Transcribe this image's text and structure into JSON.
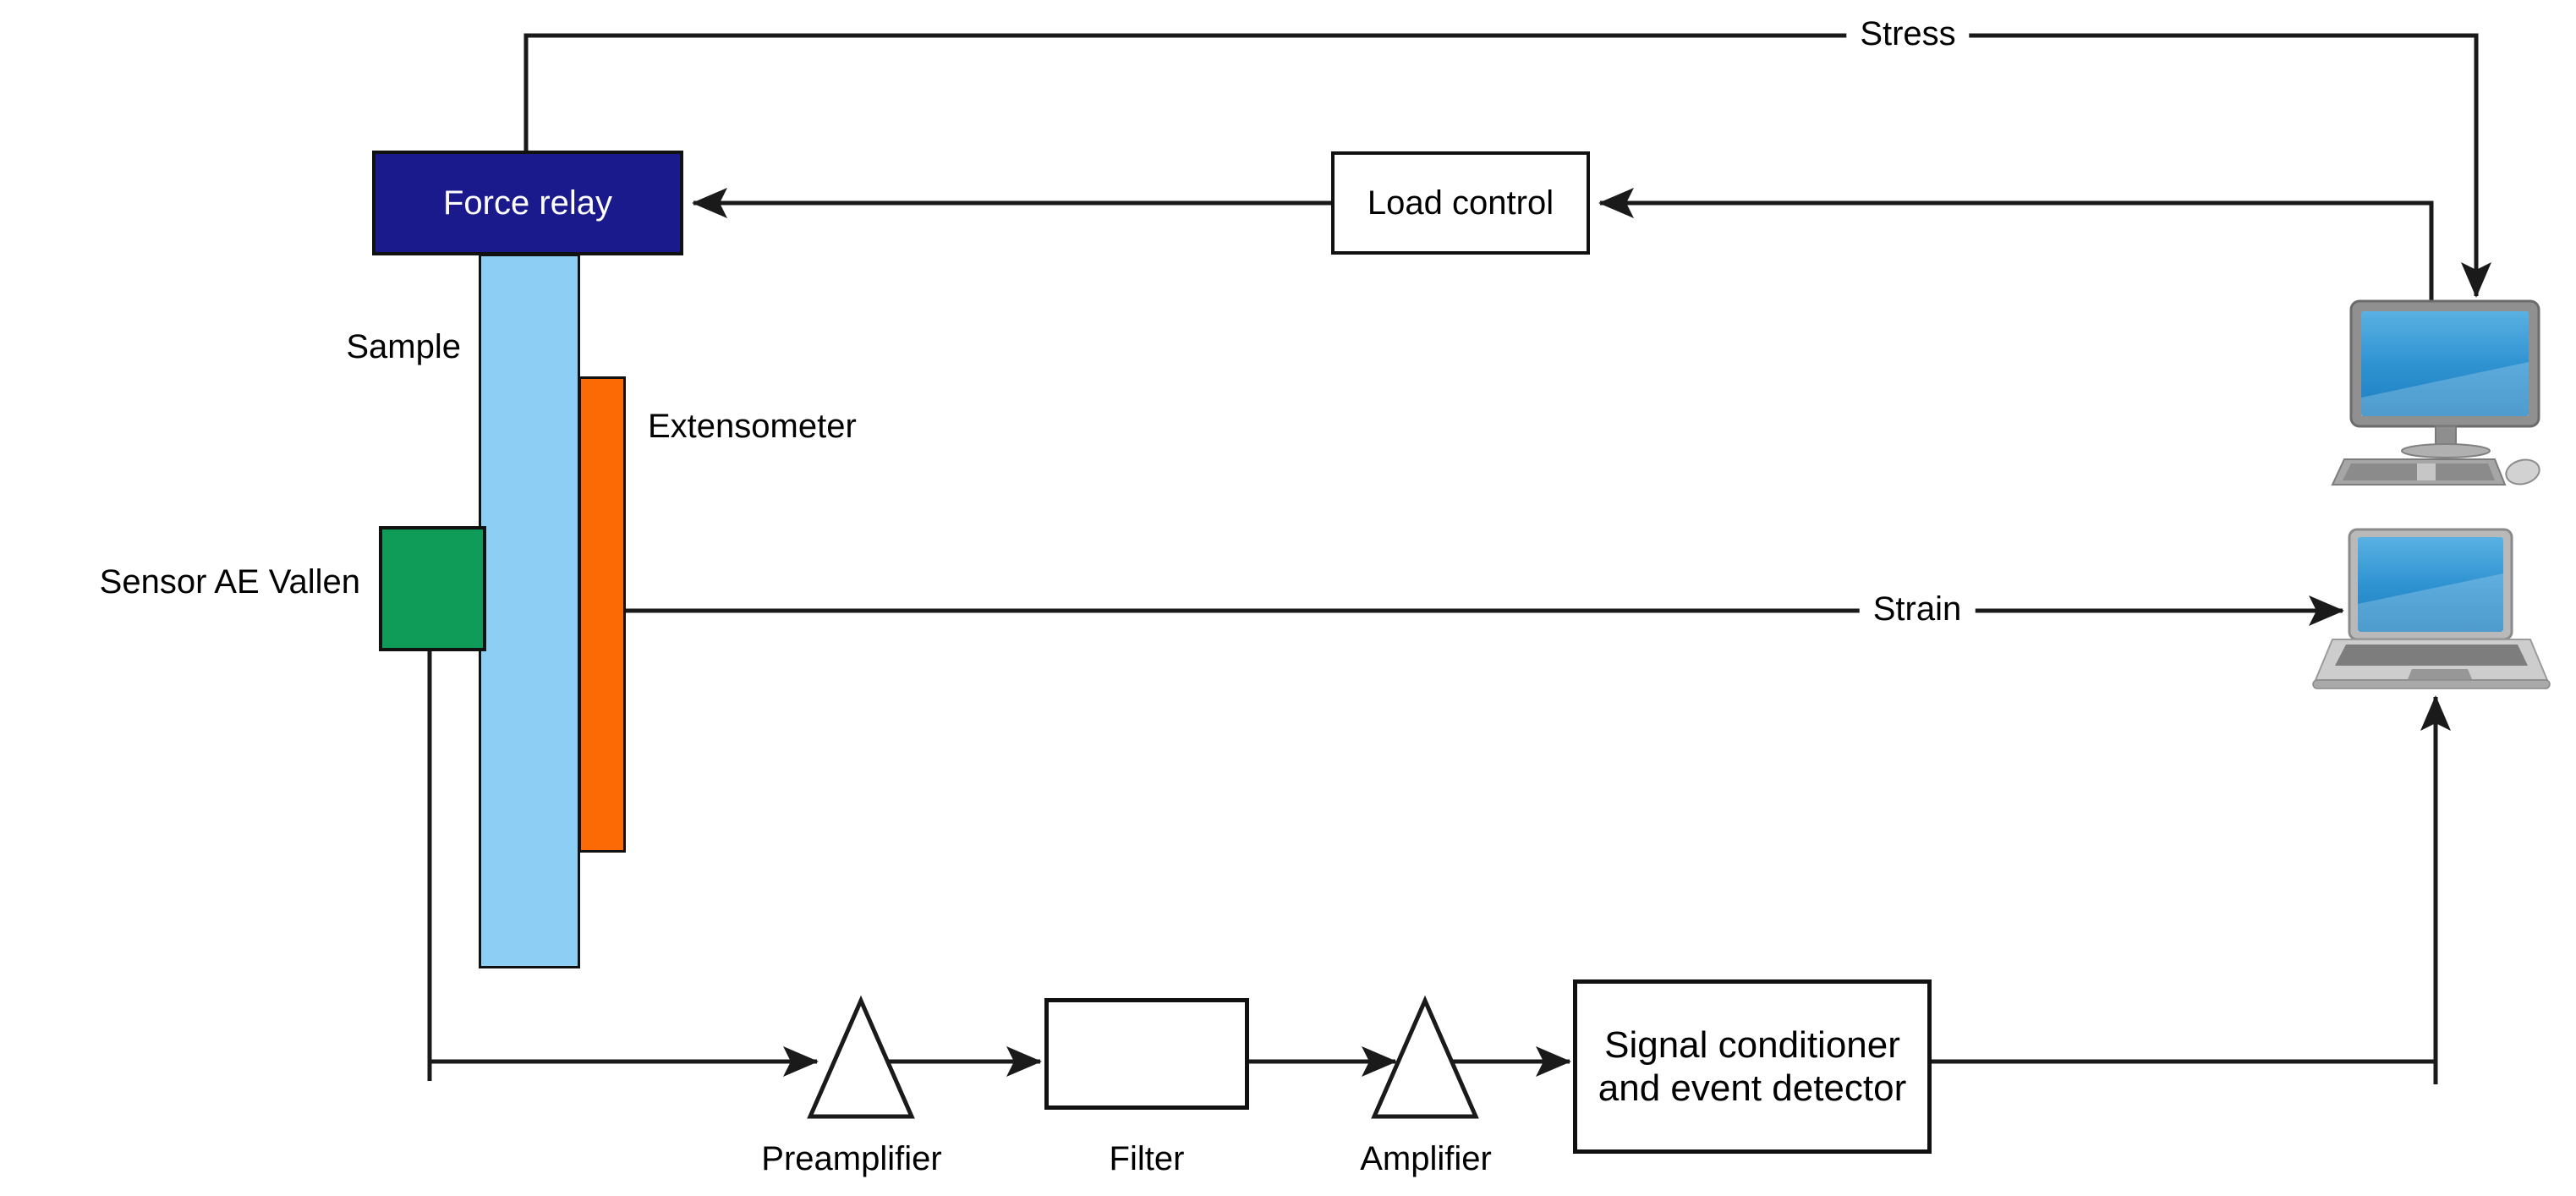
{
  "diagram": {
    "boxes": {
      "force_relay": {
        "label": "Force relay",
        "fill": "#1a1a8c",
        "text_color": "#ffffff"
      },
      "load_control": {
        "label": "Load control",
        "fill": "#ffffff"
      },
      "signal_conditioner": {
        "line1": "Signal conditioner",
        "line2": "and event detector",
        "fill": "#ffffff"
      }
    },
    "labels": {
      "stress": "Stress",
      "strain": "Strain",
      "sample": "Sample",
      "extensometer": "Extensometer",
      "sensor_ae": "Sensor AE Vallen",
      "preamplifier": "Preamplifier",
      "filter": "Filter",
      "amplifier": "Amplifier"
    },
    "colors": {
      "sample_bar": "#8dcef5",
      "extensometer_bar": "#fb6a04",
      "sensor_box": "#0f9c58",
      "force_relay_box": "#1a1a8c",
      "connector_line": "#1a1a1a",
      "screen_blue_top": "#5ab1e2",
      "screen_blue_bottom": "#1d7fc0"
    },
    "icons": {
      "stress_destination": "desktop-computer-icon",
      "strain_destination": "laptop-icon"
    }
  }
}
